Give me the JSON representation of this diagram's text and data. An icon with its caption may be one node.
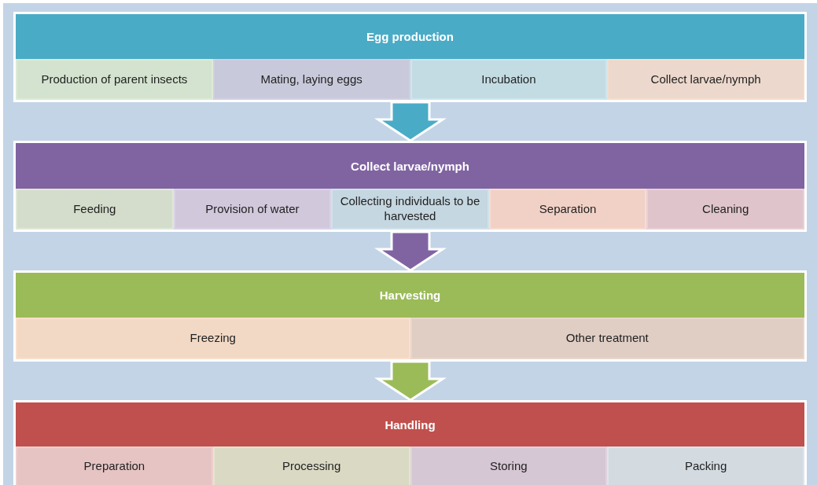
{
  "diagram": {
    "nodes": [
      {
        "text": [
          "Egg production"
        ]
      },
      {
        "text": [
          "Production of parent insects"
        ],
        "in": 0
      },
      {
        "text": [
          "Mating, laying eggs"
        ],
        "in": 0
      },
      {
        "text": [
          "Incubation"
        ],
        "in": 0
      },
      {
        "text": [
          "Collect larvae/nymph"
        ],
        "in": 0
      },
      {
        "text": [
          "Collect larvae/nymph"
        ]
      },
      {
        "text": [
          "Feeding"
        ],
        "in": 5
      },
      {
        "text": [
          "Provision of water"
        ],
        "in": 5
      },
      {
        "text": [
          "Collecting individuals to be harvested"
        ],
        "in": 5
      },
      {
        "text": [
          "Separation"
        ],
        "in": 5
      },
      {
        "text": [
          "Cleaning"
        ],
        "in": 5
      },
      {
        "text": [
          "Harvesting"
        ]
      },
      {
        "text": [
          "Freezing"
        ],
        "in": 11
      },
      {
        "text": [
          "Other treatment"
        ],
        "in": 11
      },
      {
        "text": [
          "Handling"
        ]
      },
      {
        "text": [
          "Preparation"
        ],
        "in": 14
      },
      {
        "text": [
          "Processing"
        ],
        "in": 14
      },
      {
        "text": [
          "Storing"
        ],
        "in": 14
      },
      {
        "text": [
          "Packing"
        ],
        "in": 14
      }
    ],
    "edges": [
      {
        "from": 0,
        "to": 5,
        "arrow": "to",
        "style": "thick",
        "color": "#4aabc6"
      },
      {
        "from": 5,
        "to": 11,
        "arrow": "to",
        "style": "thick",
        "color": "#8064a2"
      },
      {
        "from": 11,
        "to": 14,
        "arrow": "to",
        "style": "thick",
        "color": "#9bbb59"
      }
    ]
  }
}
